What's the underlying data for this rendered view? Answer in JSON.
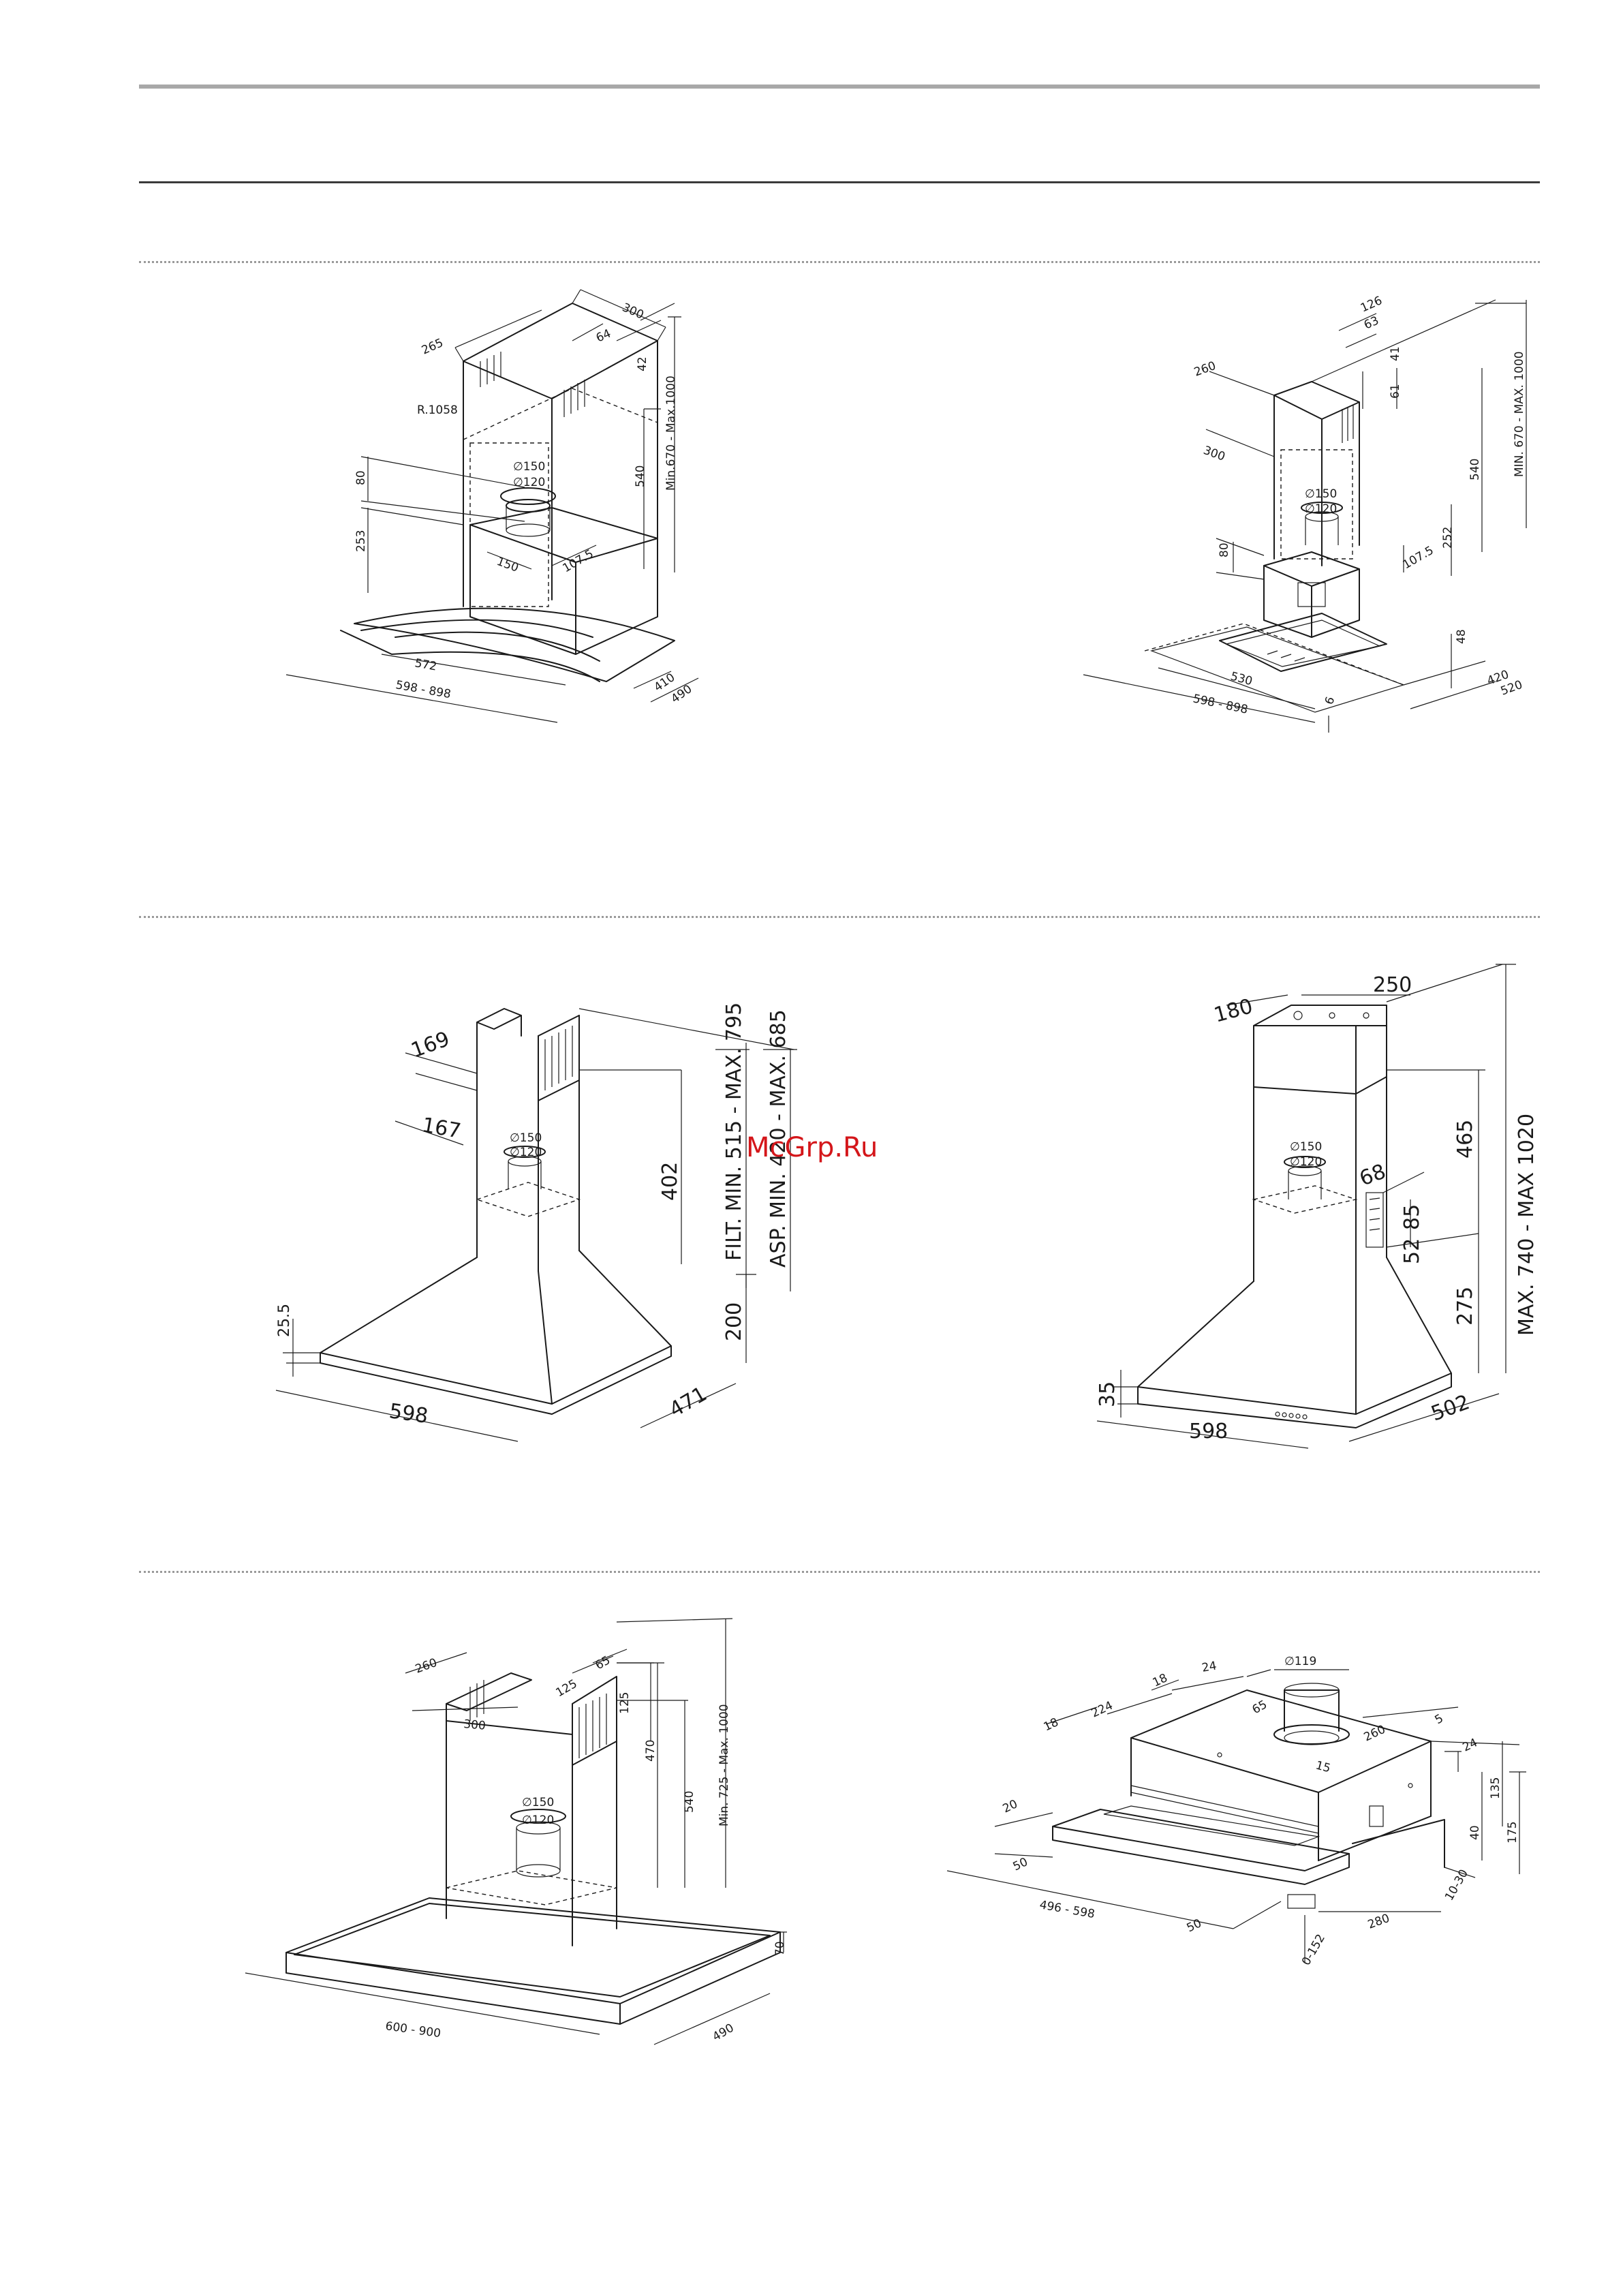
{
  "drawings": {
    "d1": {
      "dims": [
        "300",
        "265",
        "64",
        "42",
        "R.1058",
        "Min.670 - Max.1000",
        "80",
        "∅150",
        "∅120",
        "540",
        "253",
        "150",
        "107.5",
        "572",
        "598 - 898",
        "410",
        "490"
      ]
    },
    "d2": {
      "dims": [
        "126",
        "63",
        "41",
        "61",
        "260",
        "300",
        "MIN. 670 - MAX. 1000",
        "540",
        "∅150",
        "∅120",
        "252",
        "80",
        "107.5",
        "48",
        "530",
        "598 - 898",
        "420",
        "520",
        "6"
      ]
    },
    "d3": {
      "dims": [
        "169",
        "167",
        "∅150",
        "∅120",
        "402",
        "FILT. MIN. 515 - MAX. 795",
        "ASP. MIN. 420 - MAX. 685",
        "200",
        "25.5",
        "598",
        "471"
      ]
    },
    "d4": {
      "dims": [
        "180",
        "250",
        "∅150",
        "∅120",
        "465",
        "68",
        "85",
        "52",
        "MAX. 740 - MAX 1020",
        "275",
        "35",
        "598",
        "502"
      ]
    },
    "d5": {
      "dims": [
        "260",
        "65",
        "125",
        "300",
        "125",
        "470",
        "540",
        "Min. 725 - Max. 1000",
        "∅150",
        "∅120",
        "70",
        "600 - 900",
        "490"
      ]
    },
    "d6": {
      "dims": [
        "18",
        "224",
        "18",
        "24",
        "∅119",
        "65",
        "5",
        "260",
        "24",
        "15",
        "135",
        "40",
        "175",
        "20",
        "50",
        "496 - 598",
        "50",
        "10-30",
        "280",
        "0-152"
      ]
    }
  },
  "watermark": "McGrp.Ru"
}
